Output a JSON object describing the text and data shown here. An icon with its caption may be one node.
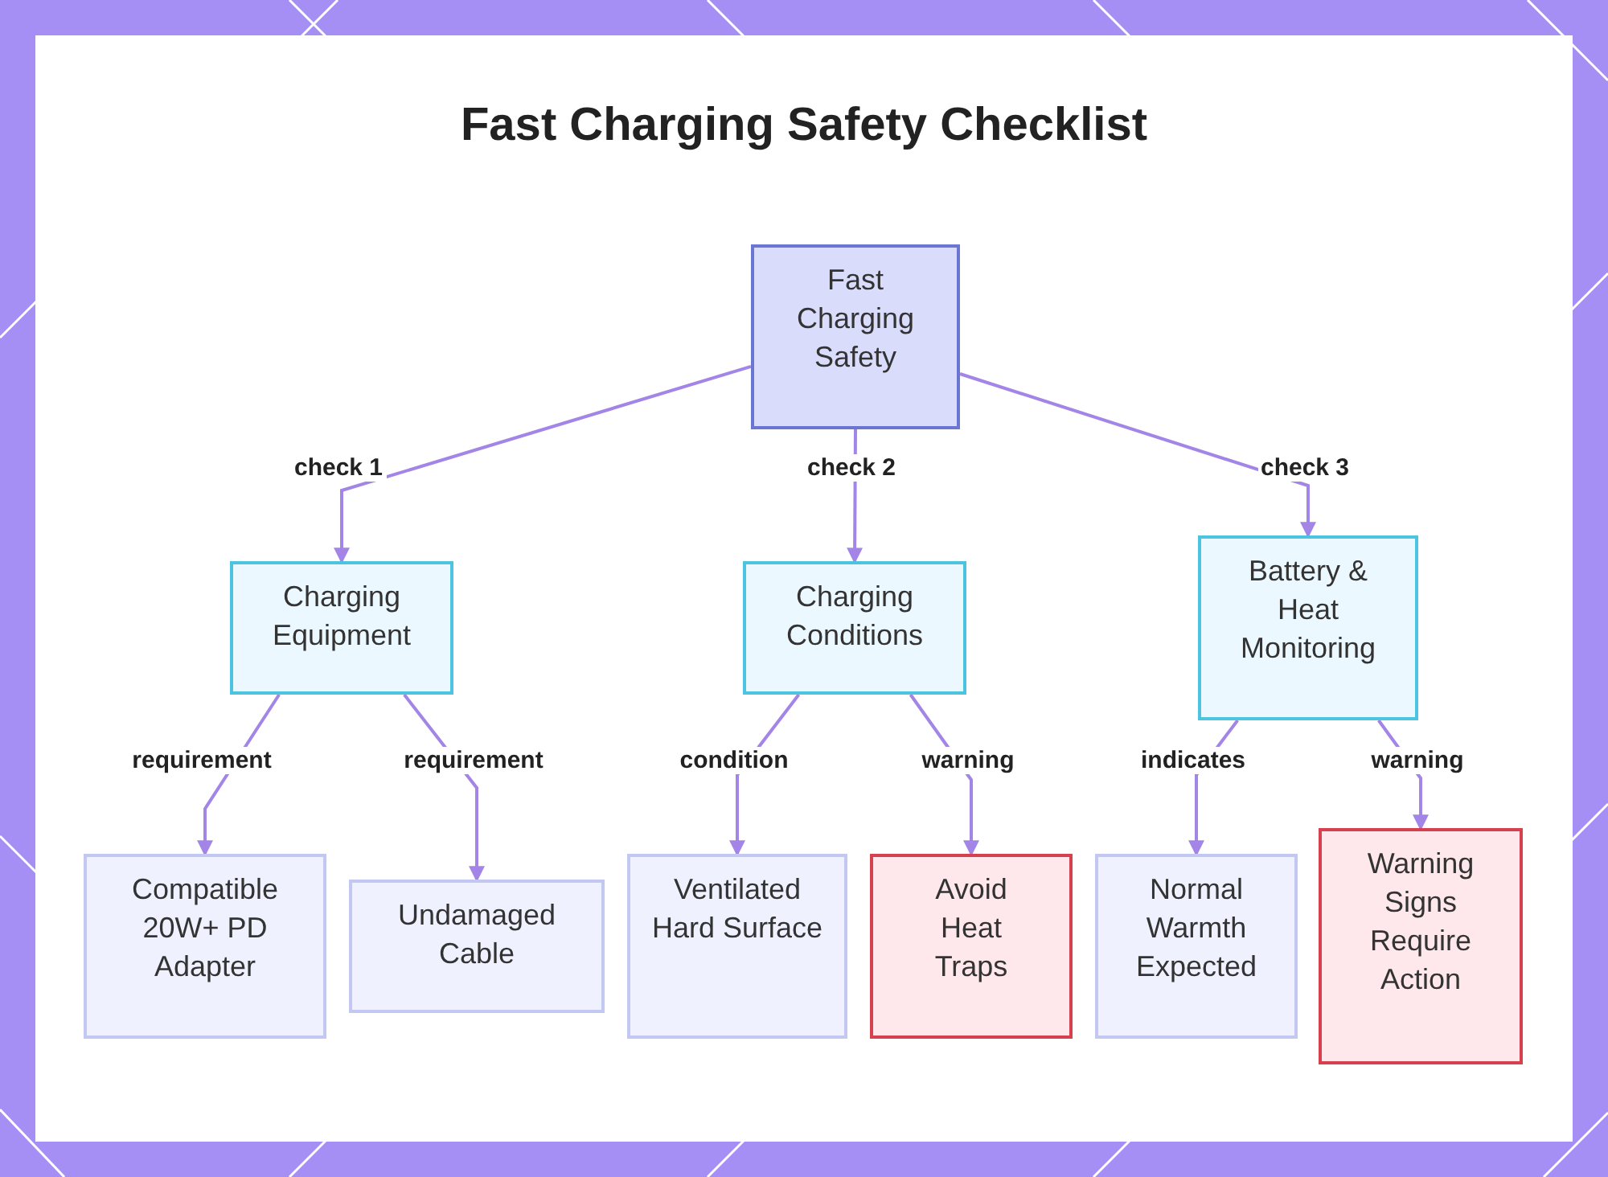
{
  "diagram": {
    "title": "Fast Charging Safety Checklist",
    "nodes": [
      {
        "text": [
          "Fast Charging Safety"
        ]
      },
      {
        "text": [
          "Charging Equipment"
        ]
      },
      {
        "text": [
          "Charging Conditions"
        ]
      },
      {
        "text": [
          "Battery & Heat Monitoring"
        ]
      },
      {
        "text": [
          "Compatible 20W+ PD Adapter"
        ]
      },
      {
        "text": [
          "Undamaged Cable"
        ]
      },
      {
        "text": [
          "Ventilated Hard Surface"
        ]
      },
      {
        "text": [
          "Avoid Heat Traps"
        ]
      },
      {
        "text": [
          "Normal Warmth Expected"
        ]
      },
      {
        "text": [
          "Warning Signs Require Action"
        ]
      }
    ],
    "edges": [
      {
        "from": 0,
        "to": 1,
        "arrow": "to",
        "label": "check 1"
      },
      {
        "from": 0,
        "to": 2,
        "arrow": "to",
        "label": "check 2"
      },
      {
        "from": 0,
        "to": 3,
        "arrow": "to",
        "label": "check 3"
      },
      {
        "from": 1,
        "to": 4,
        "arrow": "to",
        "label": "requirement"
      },
      {
        "from": 1,
        "to": 5,
        "arrow": "to",
        "label": "requirement"
      },
      {
        "from": 2,
        "to": 6,
        "arrow": "to",
        "label": "condition"
      },
      {
        "from": 2,
        "to": 7,
        "arrow": "to",
        "label": "warning"
      },
      {
        "from": 3,
        "to": 8,
        "arrow": "to",
        "label": "indicates"
      },
      {
        "from": 3,
        "to": 9,
        "arrow": "to",
        "label": "warning"
      }
    ]
  }
}
